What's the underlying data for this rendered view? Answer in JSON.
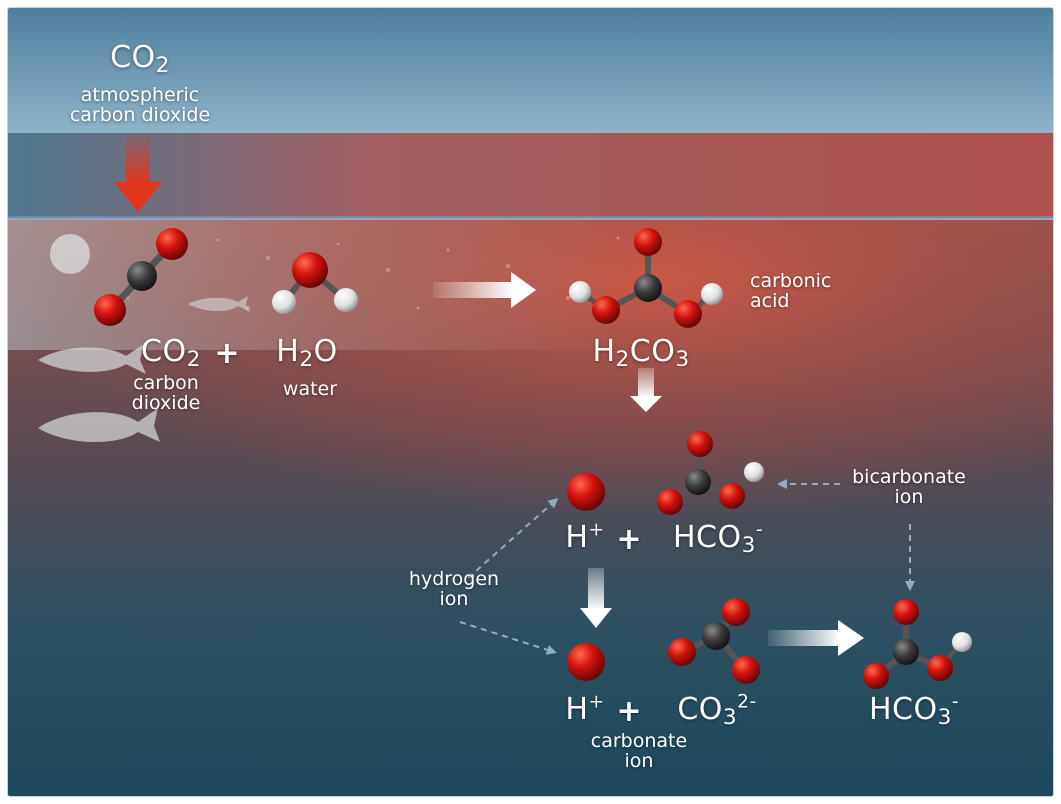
{
  "atmosphere": {
    "formula_main": "CO",
    "formula_sub": "2",
    "label_line1": "atmospheric",
    "label_line2": "carbon dioxide"
  },
  "reactants": {
    "co2_main": "CO",
    "co2_sub": "2",
    "co2_label_line1": "carbon",
    "co2_label_line2": "dioxide",
    "plus": "+",
    "h2o_pre": "H",
    "h2o_sub": "2",
    "h2o_post": "O",
    "h2o_label": "water"
  },
  "carbonic_acid": {
    "pre": "H",
    "sub1": "2",
    "mid": "CO",
    "sub2": "3",
    "label_line1": "carbonic",
    "label_line2": "acid"
  },
  "dissociation1": {
    "h_main": "H",
    "h_sup": "+",
    "plus": "+",
    "hco3_main": "HCO",
    "hco3_sub": "3",
    "hco3_sup": "-"
  },
  "bicarbonate_label": {
    "line1": "bicarbonate",
    "line2": "ion"
  },
  "hydrogen_label": {
    "line1": "hydrogen",
    "line2": "ion"
  },
  "dissociation2": {
    "h_main": "H",
    "h_sup": "+",
    "plus": "+",
    "co3_main": "CO",
    "co3_sub": "3",
    "co3_sup": "2-",
    "label_line1": "carbonate",
    "label_line2": "ion"
  },
  "product": {
    "hco3_main": "HCO",
    "hco3_sub": "3",
    "hco3_sup": "-"
  },
  "colors": {
    "oxygen": "#d4120e",
    "carbon": "#3a3a3a",
    "hydrogen": "#ececec",
    "sky": "#6f9bb5",
    "deep_water": "#1f4f62",
    "surface_red": "#b8514c",
    "down_arrow": "#e2361c",
    "dashed_arrow": "#8fb0c2"
  }
}
